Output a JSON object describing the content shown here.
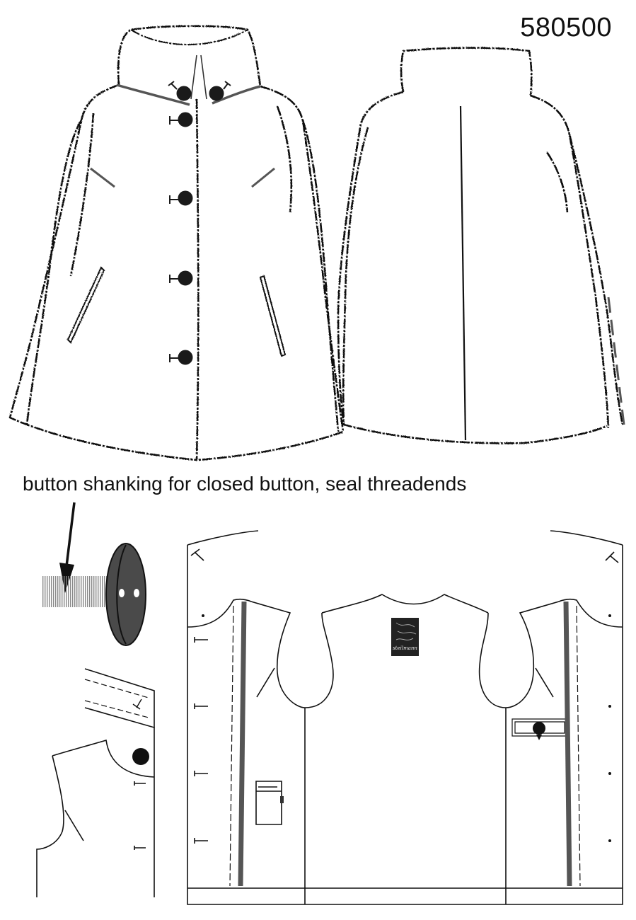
{
  "header": {
    "model_number": "580500"
  },
  "instruction": {
    "text": "button shanking for closed button, seal threadends"
  },
  "label": {
    "brand": "steilmann"
  },
  "colors": {
    "line": "#111111",
    "stitch": "#777777",
    "button": "#1a1a1a",
    "button_side": "#4a4a4a",
    "facing_strip": "#555555",
    "label_bg": "#222222"
  },
  "icons": {
    "arrow": "arrow-down-icon",
    "button": "button-icon"
  }
}
